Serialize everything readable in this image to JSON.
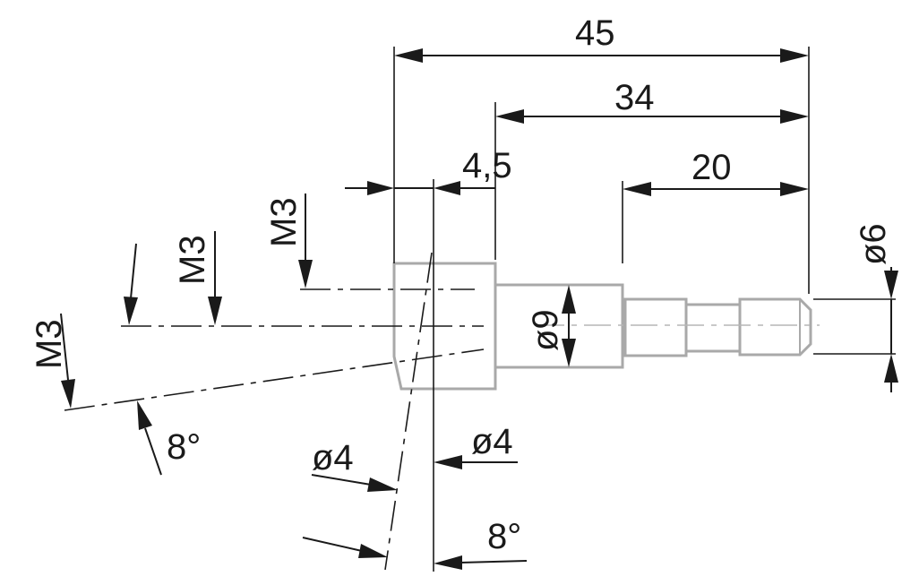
{
  "dimensions": {
    "overall_length": "45",
    "length_34": "34",
    "length_20": "20",
    "length_4_5": "4,5",
    "dia_9": "ø9",
    "dia_6": "ø6",
    "dia_4_left": "ø4",
    "dia_4_right": "ø4",
    "thread_m3_a": "M3",
    "thread_m3_b": "M3",
    "thread_m3_c": "M3",
    "angle_8_left": "8°",
    "angle_8_bottom": "8°"
  },
  "colors": {
    "part_outline": "#a9a9a9",
    "dimension_lines": "#1a1a1a"
  }
}
